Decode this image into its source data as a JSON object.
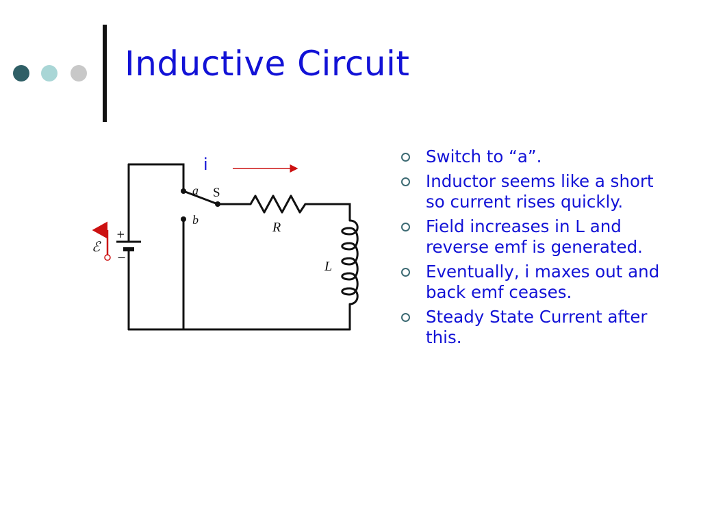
{
  "slide": {
    "title": "Inductive Circuit"
  },
  "theme": {
    "title_color": "#1212d6",
    "text_color": "#1212d6",
    "dot_colors": [
      "#2f5f66",
      "#a9d6d6",
      "#c8c8c8"
    ],
    "bullet_marker_color": "#3e6b74",
    "arrow_color": "#cc1111"
  },
  "diagram": {
    "current_label": "i",
    "switch_label": "S",
    "terminal_a": "a",
    "terminal_b": "b",
    "resistor_label": "R",
    "inductor_label": "L",
    "emf_symbol": "ℰ",
    "plus_sign": "+",
    "minus_sign": "−"
  },
  "bullets": [
    "Switch to “a”.",
    "Inductor seems like a short so current rises quickly.",
    "Field increases in L and reverse emf is generated.",
    "Eventually, i maxes out and back emf ceases.",
    "Steady State Current after this."
  ]
}
